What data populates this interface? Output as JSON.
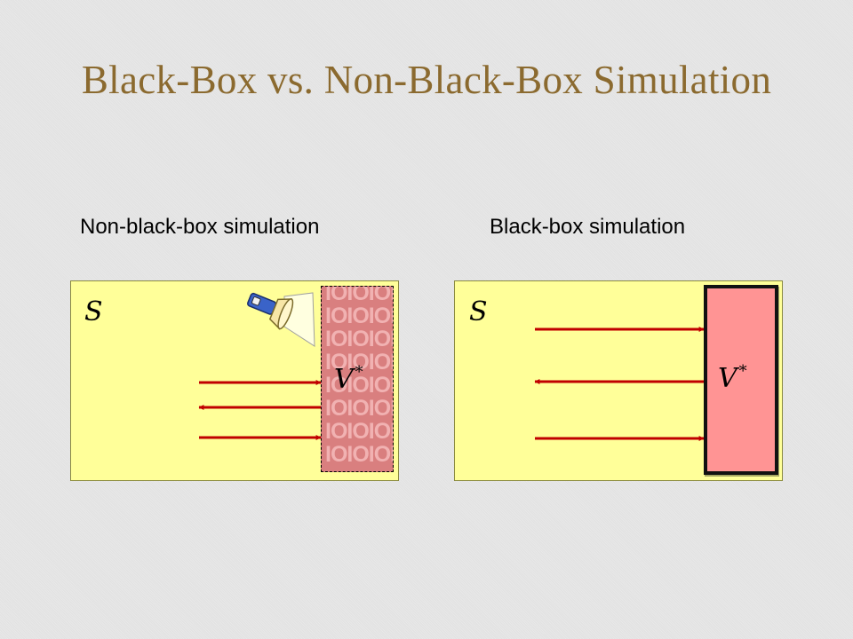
{
  "title": "Black-Box vs. Non-Black-Box Simulation",
  "left_panel": {
    "heading": "Non-black-box simulation",
    "simulator_label": "S",
    "verifier_label": "V",
    "verifier_superscript": "*",
    "code_rows": [
      "IOIOIOI",
      "IOIOIOI",
      "IOIOIOI",
      "IOIOIOI",
      "IOIOIOI",
      "IOIOIOI",
      "IOIOIOI",
      "IOIOIOI"
    ]
  },
  "right_panel": {
    "heading": "Black-box simulation",
    "simulator_label": "S",
    "verifier_label": "V",
    "verifier_superscript": "*"
  },
  "colors": {
    "title": "#8b6a2f",
    "panel_fill": "#ffff99",
    "verifier_fill": "#ff9494",
    "code_fill": "#d97f7f",
    "arrow": "#c00000"
  }
}
